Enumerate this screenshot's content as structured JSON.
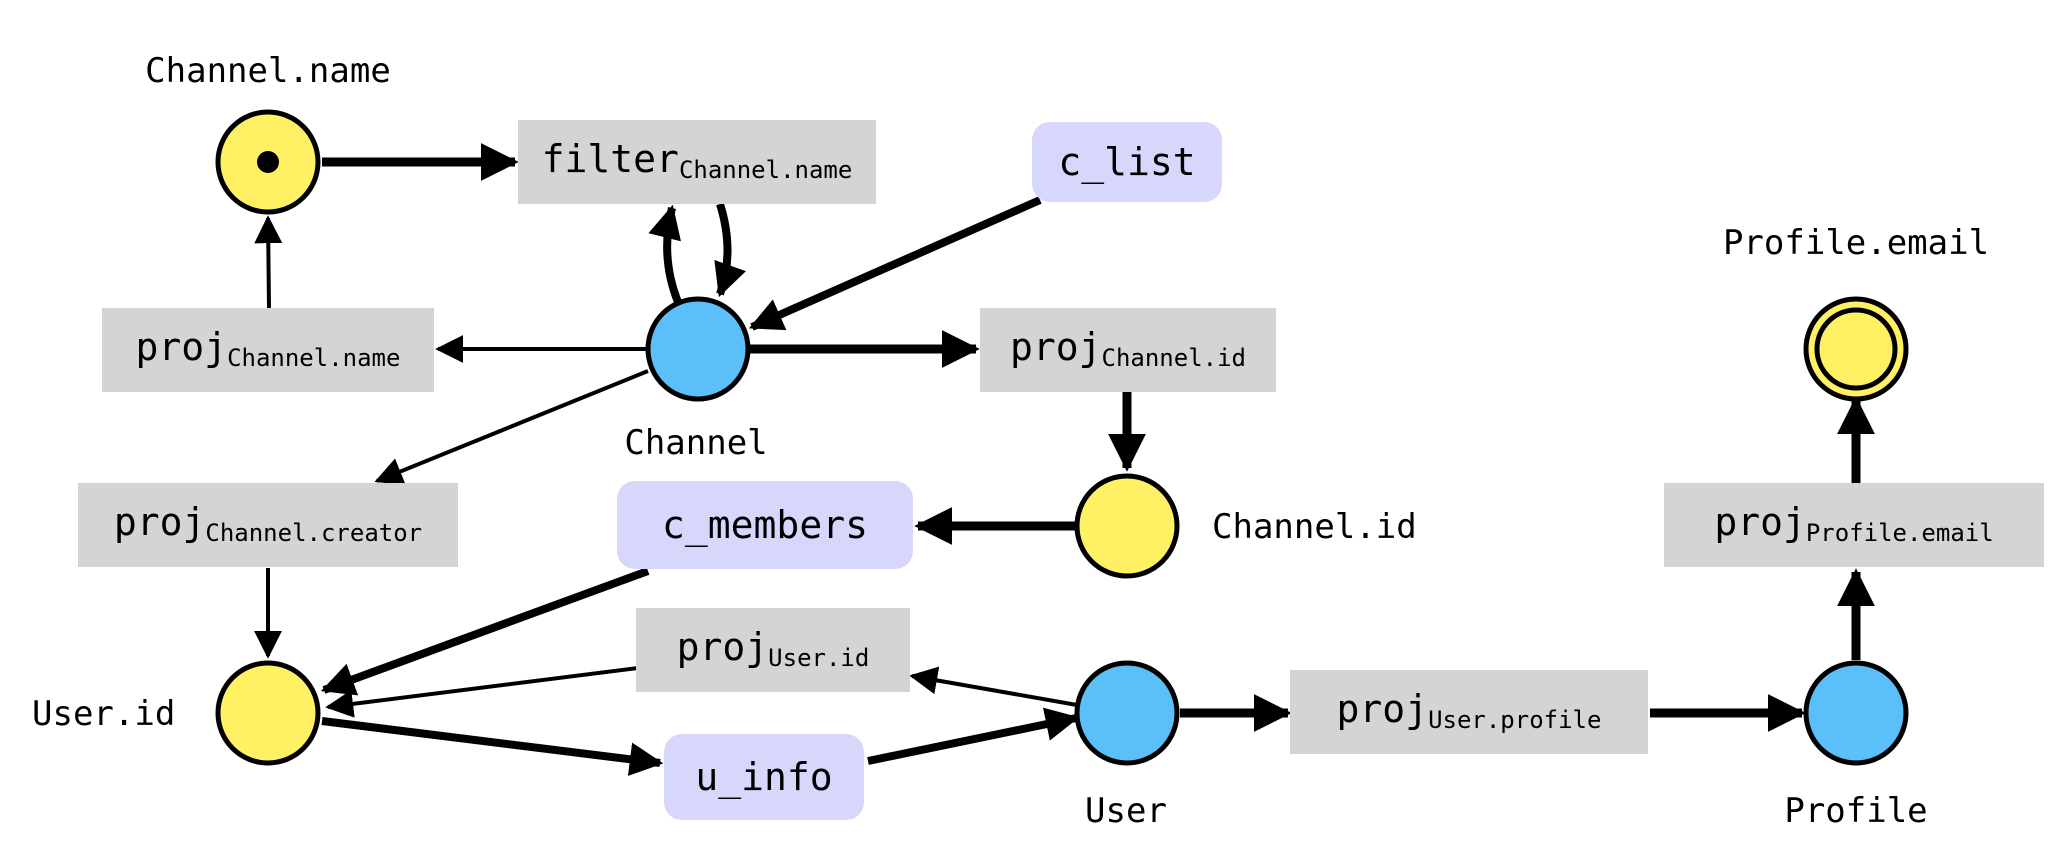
{
  "colors": {
    "value_node": "#fff064",
    "entity_node": "#5bc0fa",
    "operator_box": "#d4d4d4",
    "input_box": "#d7d6fb",
    "edge": "#000000"
  },
  "node_labels": {
    "channel_name": "Channel.name",
    "channel": "Channel",
    "channel_id": "Channel.id",
    "user_id": "User.id",
    "user": "User",
    "profile": "Profile",
    "profile_email": "Profile.email"
  },
  "operators": {
    "filter_channel_name": {
      "op": "filter",
      "sub": "Channel.name"
    },
    "proj_channel_name": {
      "op": "proj",
      "sub": "Channel.name"
    },
    "proj_channel_id": {
      "op": "proj",
      "sub": "Channel.id"
    },
    "proj_channel_creator": {
      "op": "proj",
      "sub": "Channel.creator"
    },
    "proj_user_id": {
      "op": "proj",
      "sub": "User.id"
    },
    "proj_user_profile": {
      "op": "proj",
      "sub": "User.profile"
    },
    "proj_profile_email": {
      "op": "proj",
      "sub": "Profile.email"
    }
  },
  "inputs": {
    "c_list": "c_list",
    "c_members": "c_members",
    "u_info": "u_info"
  }
}
